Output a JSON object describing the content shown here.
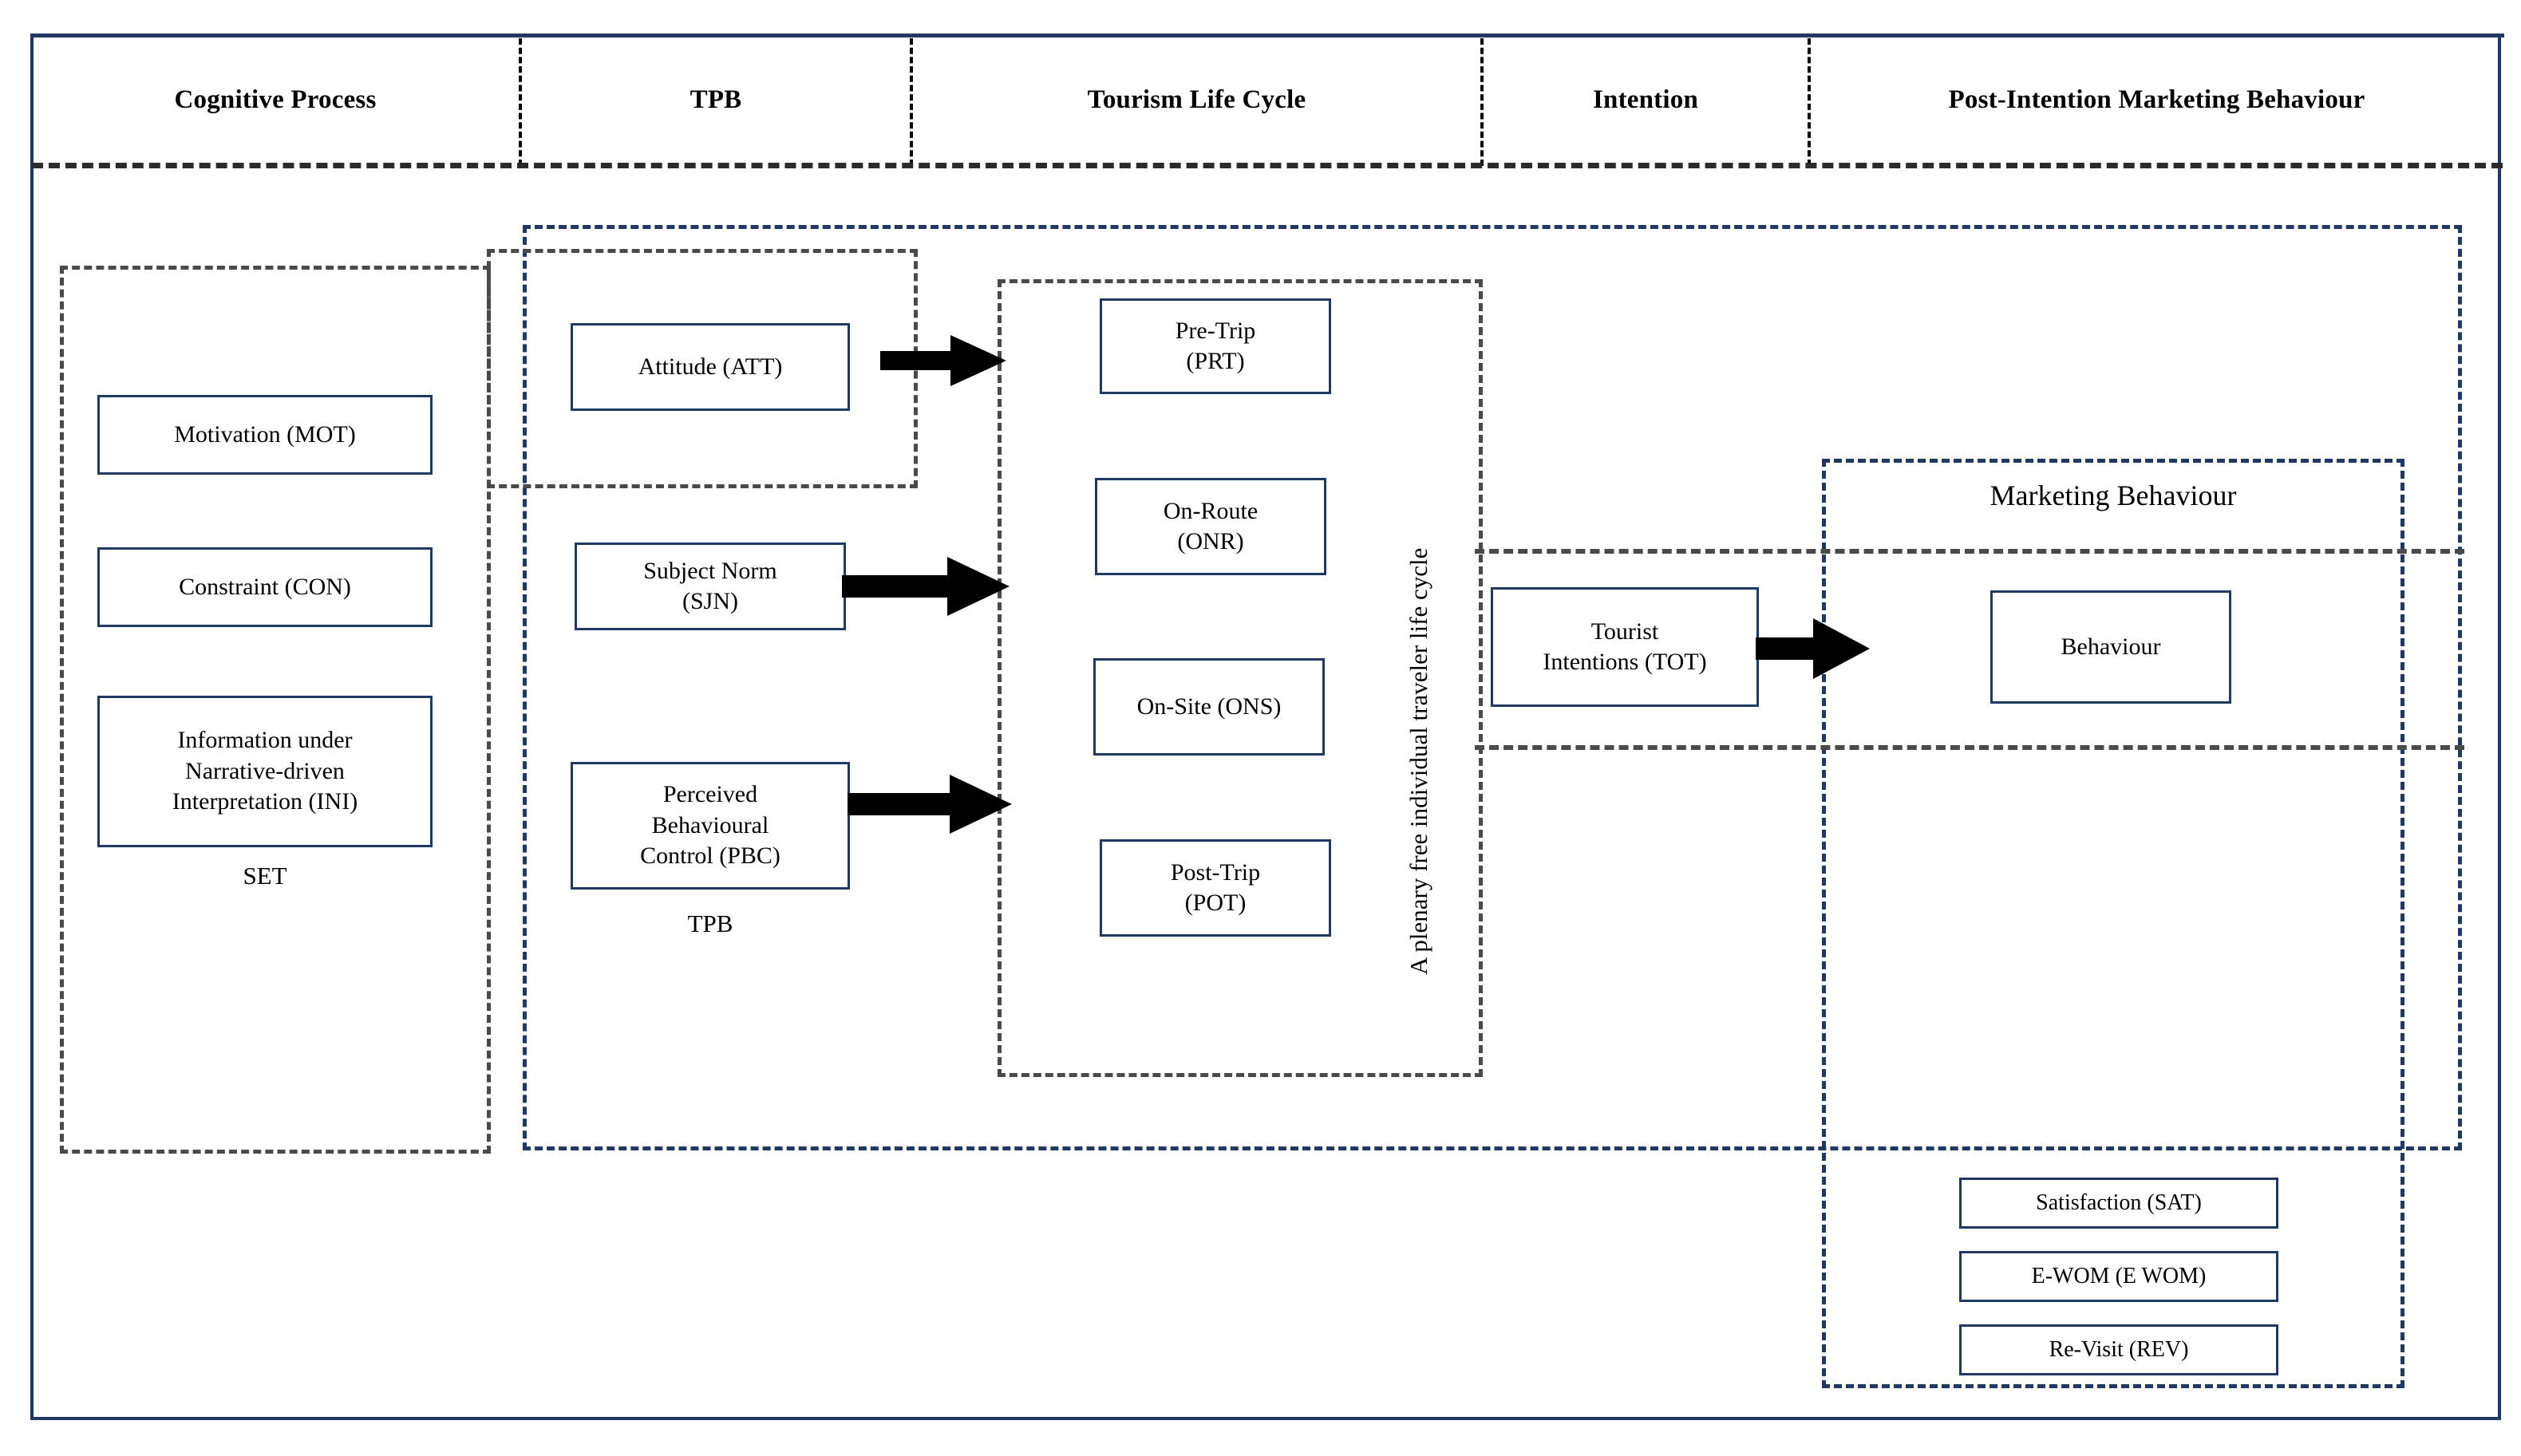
{
  "diagram": {
    "title_columns": [
      {
        "label": "Cognitive Process"
      },
      {
        "label": "TPB"
      },
      {
        "label": "Tourism Life Cycle"
      },
      {
        "label": "Intention"
      },
      {
        "label": "Post-Intention Marketing Behaviour"
      }
    ],
    "groups": {
      "set_label": "SET",
      "tpb_label": "TPB",
      "lifecycle_label": "A plenary free individual traveler life cycle",
      "marketing_label": "Marketing Behaviour"
    },
    "cognitive_process_nodes": [
      {
        "label": "Motivation (MOT)"
      },
      {
        "label": "Constraint (CON)"
      },
      {
        "label": "Information under\nNarrative-driven\nInterpretation (INI)"
      }
    ],
    "tpb_nodes": [
      {
        "label": "Attitude (ATT)"
      },
      {
        "label": "Subject Norm\n(SJN)"
      },
      {
        "label": "Perceived\nBehavioural\nControl (PBC)"
      }
    ],
    "lifecycle_nodes": [
      {
        "label": "Pre-Trip\n(PRT)"
      },
      {
        "label": "On-Route\n(ONR)"
      },
      {
        "label": "On-Site (ONS)"
      },
      {
        "label": "Post-Trip\n(POT)"
      }
    ],
    "intention_nodes": [
      {
        "label": "Tourist\nIntentions (TOT)"
      }
    ],
    "marketing_nodes": [
      {
        "label": "Behaviour"
      }
    ],
    "outcome_nodes": [
      {
        "label": "Satisfaction (SAT)"
      },
      {
        "label": "E-WOM (E WOM)"
      },
      {
        "label": "Re-Visit (REV)"
      }
    ],
    "arrows": [
      {
        "name": "attitude-to-lifecycle"
      },
      {
        "name": "subject-norm-to-lifecycle"
      },
      {
        "name": "pbc-to-lifecycle"
      },
      {
        "name": "intention-to-behaviour"
      }
    ],
    "colors": {
      "frame": "#1F3864",
      "node_border": "#1F3864",
      "dashed_black": "#4a4a4a",
      "dashed_blue": "#1F3864",
      "arrow": "#000000",
      "background": "#ffffff"
    }
  }
}
